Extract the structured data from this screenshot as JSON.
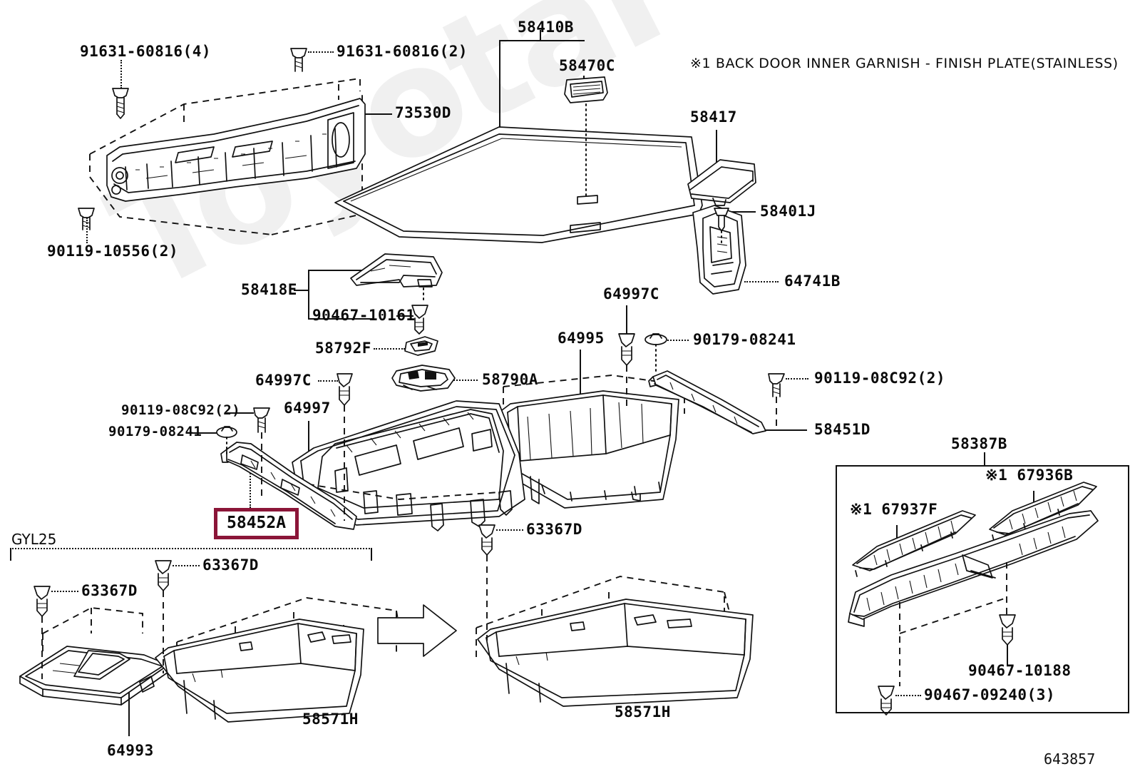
{
  "diagram": {
    "id": "643857",
    "watermark": "ToyotaPartsOnline.ru",
    "note1": "※1 BACK DOOR INNER GARNISH - FINISH PLATE(STAINLESS)",
    "group_gyl25": "GYL25"
  },
  "labels": {
    "l_91631_4": "91631-60816(4)",
    "l_91631_2": "91631-60816(2)",
    "l_73530D": "73530D",
    "l_90119_10556": "90119-10556(2)",
    "l_58410B": "58410B",
    "l_58470C": "58470C",
    "l_58417": "58417",
    "l_58401J": "58401J",
    "l_64741B": "64741B",
    "l_58418E": "58418E",
    "l_90467_10161": "90467-10161",
    "l_58792F": "58792F",
    "l_64995": "64995",
    "l_64997C_top": "64997C",
    "l_90179_08241_r": "90179-08241",
    "l_90119_08C92_r": "90119-08C92(2)",
    "l_58451D": "58451D",
    "l_58790A": "58790A",
    "l_64997C_left": "64997C",
    "l_64997": "64997",
    "l_90119_08C92_l": "90119-08C92(2)",
    "l_90179_08241_l": "90179-08241",
    "l_58452A": "58452A",
    "l_58387B": "58387B",
    "l_67936B": "※1 67936B",
    "l_67937F": "※1 67937F",
    "l_90467_10188": "90467-10188",
    "l_90467_09240": "90467-09240(3)",
    "l_63367D_a": "63367D",
    "l_63367D_b": "63367D",
    "l_63367D_c": "63367D",
    "l_64993": "64993",
    "l_58571H_left": "58571H",
    "l_58571H_mid": "58571H"
  },
  "colors": {
    "highlight_border": "#8B1538",
    "line": "#111111",
    "watermark": "#f0f0f0",
    "background": "#ffffff"
  }
}
